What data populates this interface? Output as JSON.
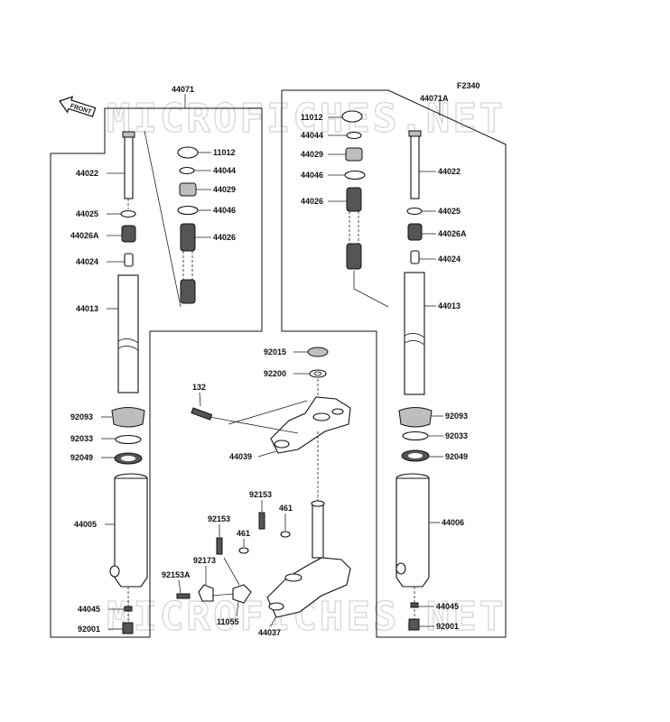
{
  "figure_code": "F2340",
  "front_arrow_label": "FRONT",
  "watermarks": [
    "MICROFICHES.NET",
    "MICROFICHES.NET"
  ],
  "left_fork": {
    "group_label": "44071",
    "labels": [
      "11012",
      "44044",
      "44029",
      "44046",
      "44026",
      "44022",
      "44025",
      "44026A",
      "44024",
      "44013",
      "92093",
      "92033",
      "92049",
      "44005",
      "44045",
      "92001"
    ]
  },
  "right_fork": {
    "group_label": "44071A",
    "labels": [
      "11012",
      "44044",
      "44029",
      "44046",
      "44026",
      "44022",
      "44025",
      "44026A",
      "44024",
      "44013",
      "92093",
      "92033",
      "92049",
      "44006",
      "44045",
      "92001"
    ]
  },
  "center": {
    "labels": [
      "92015",
      "92200",
      "132",
      "44039",
      "92153",
      "461",
      "92153",
      "461",
      "92173",
      "92153A",
      "11055",
      "44037"
    ]
  }
}
